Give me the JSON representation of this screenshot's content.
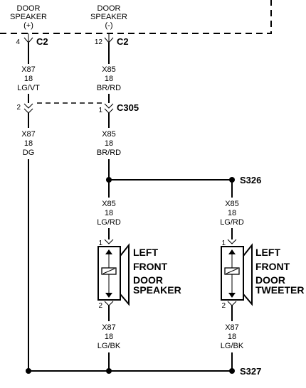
{
  "radio": {
    "speaker_pos": [
      "DOOR",
      "SPEAKER",
      "(+)"
    ],
    "speaker_neg": [
      "DOOR",
      "SPEAKER",
      "(-)"
    ]
  },
  "connectors": {
    "c2_left_pin": "4",
    "c2_left_name": "C2",
    "c2_right_pin": "12",
    "c2_right_name": "C2",
    "c305_left_pin": "2",
    "c305_right_pin": "1",
    "c305_name": "C305"
  },
  "wires": {
    "left_top": [
      "X87",
      "18",
      "LG/VT"
    ],
    "right_top": [
      "X85",
      "18",
      "BR/RD"
    ],
    "left_mid": [
      "X87",
      "18",
      "DG"
    ],
    "right_mid": [
      "X85",
      "18",
      "BR/RD"
    ],
    "speaker_in": [
      "X85",
      "18",
      "LG/RD"
    ],
    "tweeter_in": [
      "X85",
      "18",
      "LG/RD"
    ],
    "speaker_out": [
      "X87",
      "18",
      "LG/BK"
    ],
    "tweeter_out": [
      "X87",
      "18",
      "LG/BK"
    ]
  },
  "splices": {
    "s326": "S326",
    "s327": "S327"
  },
  "components": {
    "speaker": {
      "label": [
        "LEFT",
        "FRONT",
        "DOOR",
        "SPEAKER"
      ],
      "pin_top": "1",
      "pin_bottom": "2"
    },
    "tweeter": {
      "label": [
        "LEFT",
        "FRONT",
        "DOOR",
        "TWEETER"
      ],
      "pin_top": "1",
      "pin_bottom": "2"
    }
  }
}
